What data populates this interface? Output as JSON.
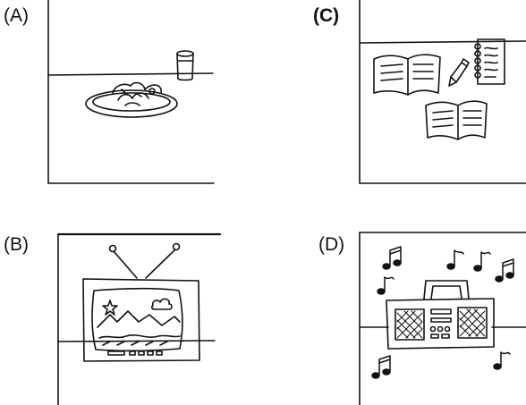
{
  "panels": {
    "a": {
      "label": "(A)"
    },
    "b": {
      "label": "(B)"
    },
    "c": {
      "label": "(C)"
    },
    "d": {
      "label": "(D)"
    }
  }
}
